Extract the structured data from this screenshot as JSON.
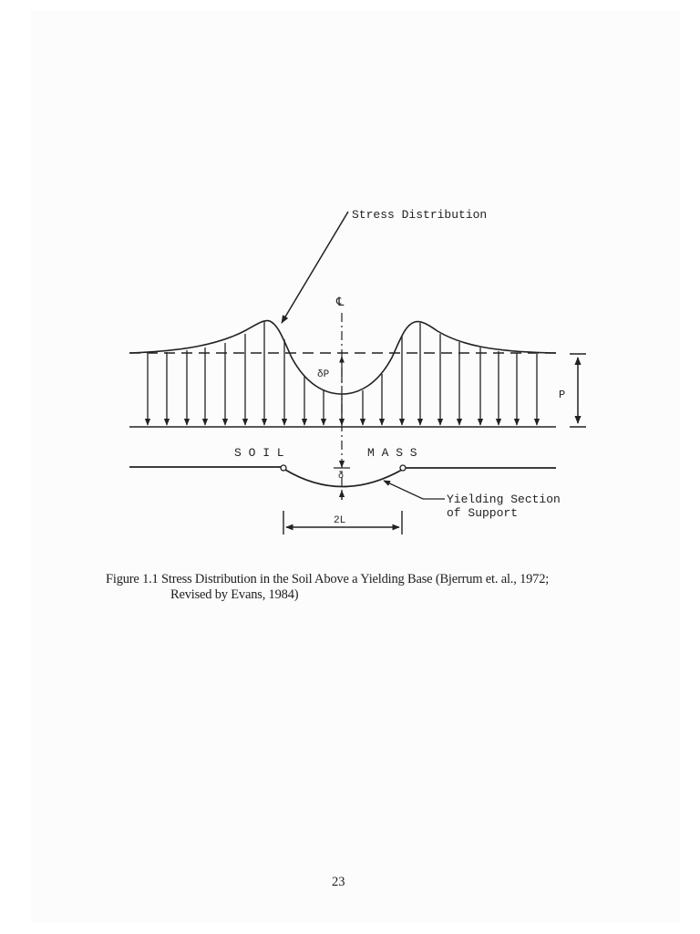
{
  "figure": {
    "labels": {
      "stress_distribution": "Stress Distribution",
      "centerline": "℄",
      "delta_p": "δP",
      "p": "P",
      "soil": "S O I L",
      "mass": "M A S S",
      "delta": "δ",
      "yielding_line1": "Yielding Section",
      "yielding_line2": "of Support",
      "two_l": "2L"
    },
    "caption_line1": "Figure 1.1 Stress Distribution in the Soil Above a Yielding Base (Bjerrum et. al., 1972;",
    "caption_line2": "Revised by Evans, 1984)"
  },
  "page_number": "23",
  "colors": {
    "ink": "#222222",
    "page": "#fcfcfc",
    "background": "#ffffff"
  }
}
